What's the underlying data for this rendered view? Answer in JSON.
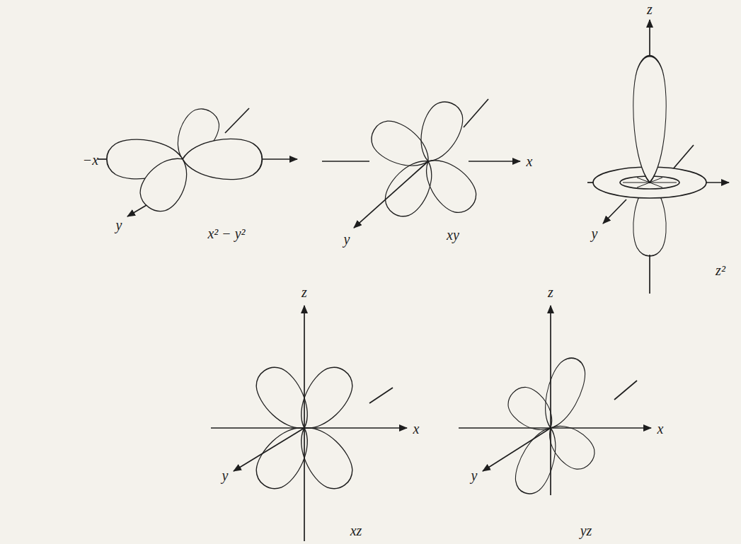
{
  "diagram": {
    "labels": [
      "−x",
      "y",
      "x² − y²",
      "x",
      "y",
      "xy",
      "z",
      "y",
      "z²",
      "z",
      "x",
      "y",
      "xz",
      "z",
      "x",
      "y",
      "yz"
    ]
  }
}
